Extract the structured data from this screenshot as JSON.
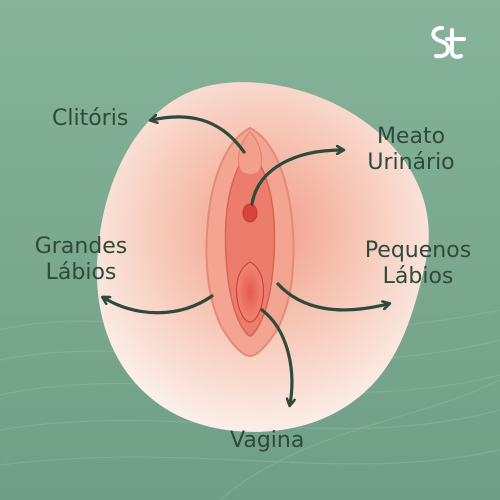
{
  "brand": {
    "logo_text": "St",
    "icon": "st-logo-icon"
  },
  "labels": {
    "clitoris": "Clitóris",
    "meato_line1": "Meato",
    "meato_line2": "Urinário",
    "grandes_line1": "Grandes",
    "grandes_line2": "Lábios",
    "pequenos_line1": "Pequenos",
    "pequenos_line2": "Lábios",
    "vagina": "Vagina"
  },
  "colors": {
    "background": "#7fab93",
    "label_text": "#2f4a3a",
    "arrow": "#2f4a3a",
    "skin": "#f2b9a3",
    "tissue": "#e0685b"
  }
}
